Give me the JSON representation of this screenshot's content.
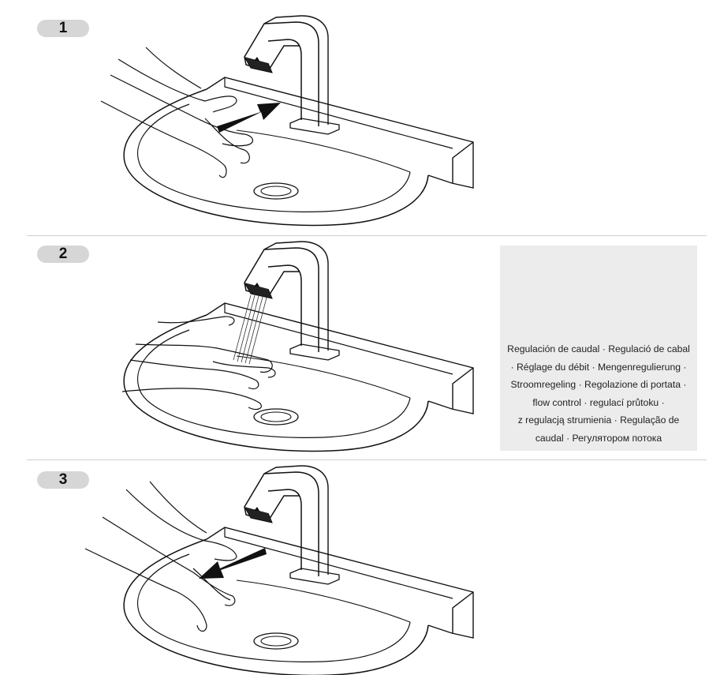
{
  "steps": [
    {
      "number": "1"
    },
    {
      "number": "2"
    },
    {
      "number": "3"
    }
  ],
  "info_box": {
    "lines": [
      "Regulación de caudal · Regulació de cabal",
      "· Réglage du débit · Mengenregulierung ·",
      "Stroomregeling · Regolazione di portata ·",
      "flow control · regulací průtoku ·",
      "z regulacją strumienia · Regulação de",
      "caudal · Регулятором потока"
    ]
  },
  "icons": [
    "faucet-icon",
    "sink-icon",
    "hands-icon",
    "arrow-icon",
    "water-stream-icon",
    "valve-icon",
    "rotation-arrow-icon"
  ]
}
